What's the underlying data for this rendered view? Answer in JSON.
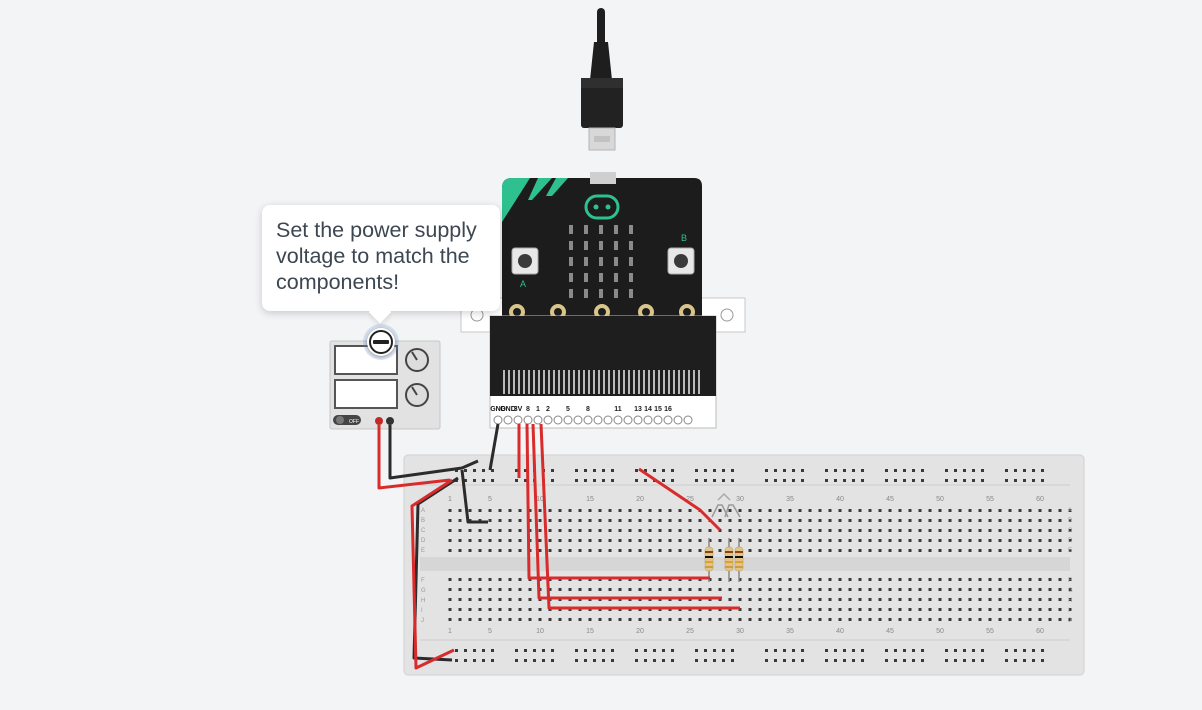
{
  "tooltip": {
    "text": "Set the power supply voltage to match the components!"
  },
  "power_supply": {
    "switch_label": "OFF"
  },
  "microbit": {
    "button_a": "A",
    "button_b": "B",
    "pin_labels": [
      "GND",
      "GND",
      "3V",
      "8",
      "1",
      "2",
      "",
      "5",
      "",
      "8",
      "",
      "",
      "11",
      "",
      "13",
      "14",
      "15",
      "16",
      "",
      ""
    ]
  },
  "breadboard": {
    "column_numbers": [
      "1",
      "5",
      "10",
      "15",
      "20",
      "25",
      "30",
      "35",
      "40",
      "45",
      "50",
      "55",
      "60"
    ],
    "row_letters_top": [
      "A",
      "B",
      "C",
      "D",
      "E"
    ],
    "row_letters_bottom": [
      "F",
      "G",
      "H",
      "I",
      "J"
    ]
  },
  "colors": {
    "background": "#f3f4f6",
    "wire_red": "#d92b2b",
    "wire_black": "#2b2b2b",
    "microbit_black": "#1c1c1c",
    "microbit_accent": "#2ec08e",
    "breadboard": "#e3e3e3"
  }
}
